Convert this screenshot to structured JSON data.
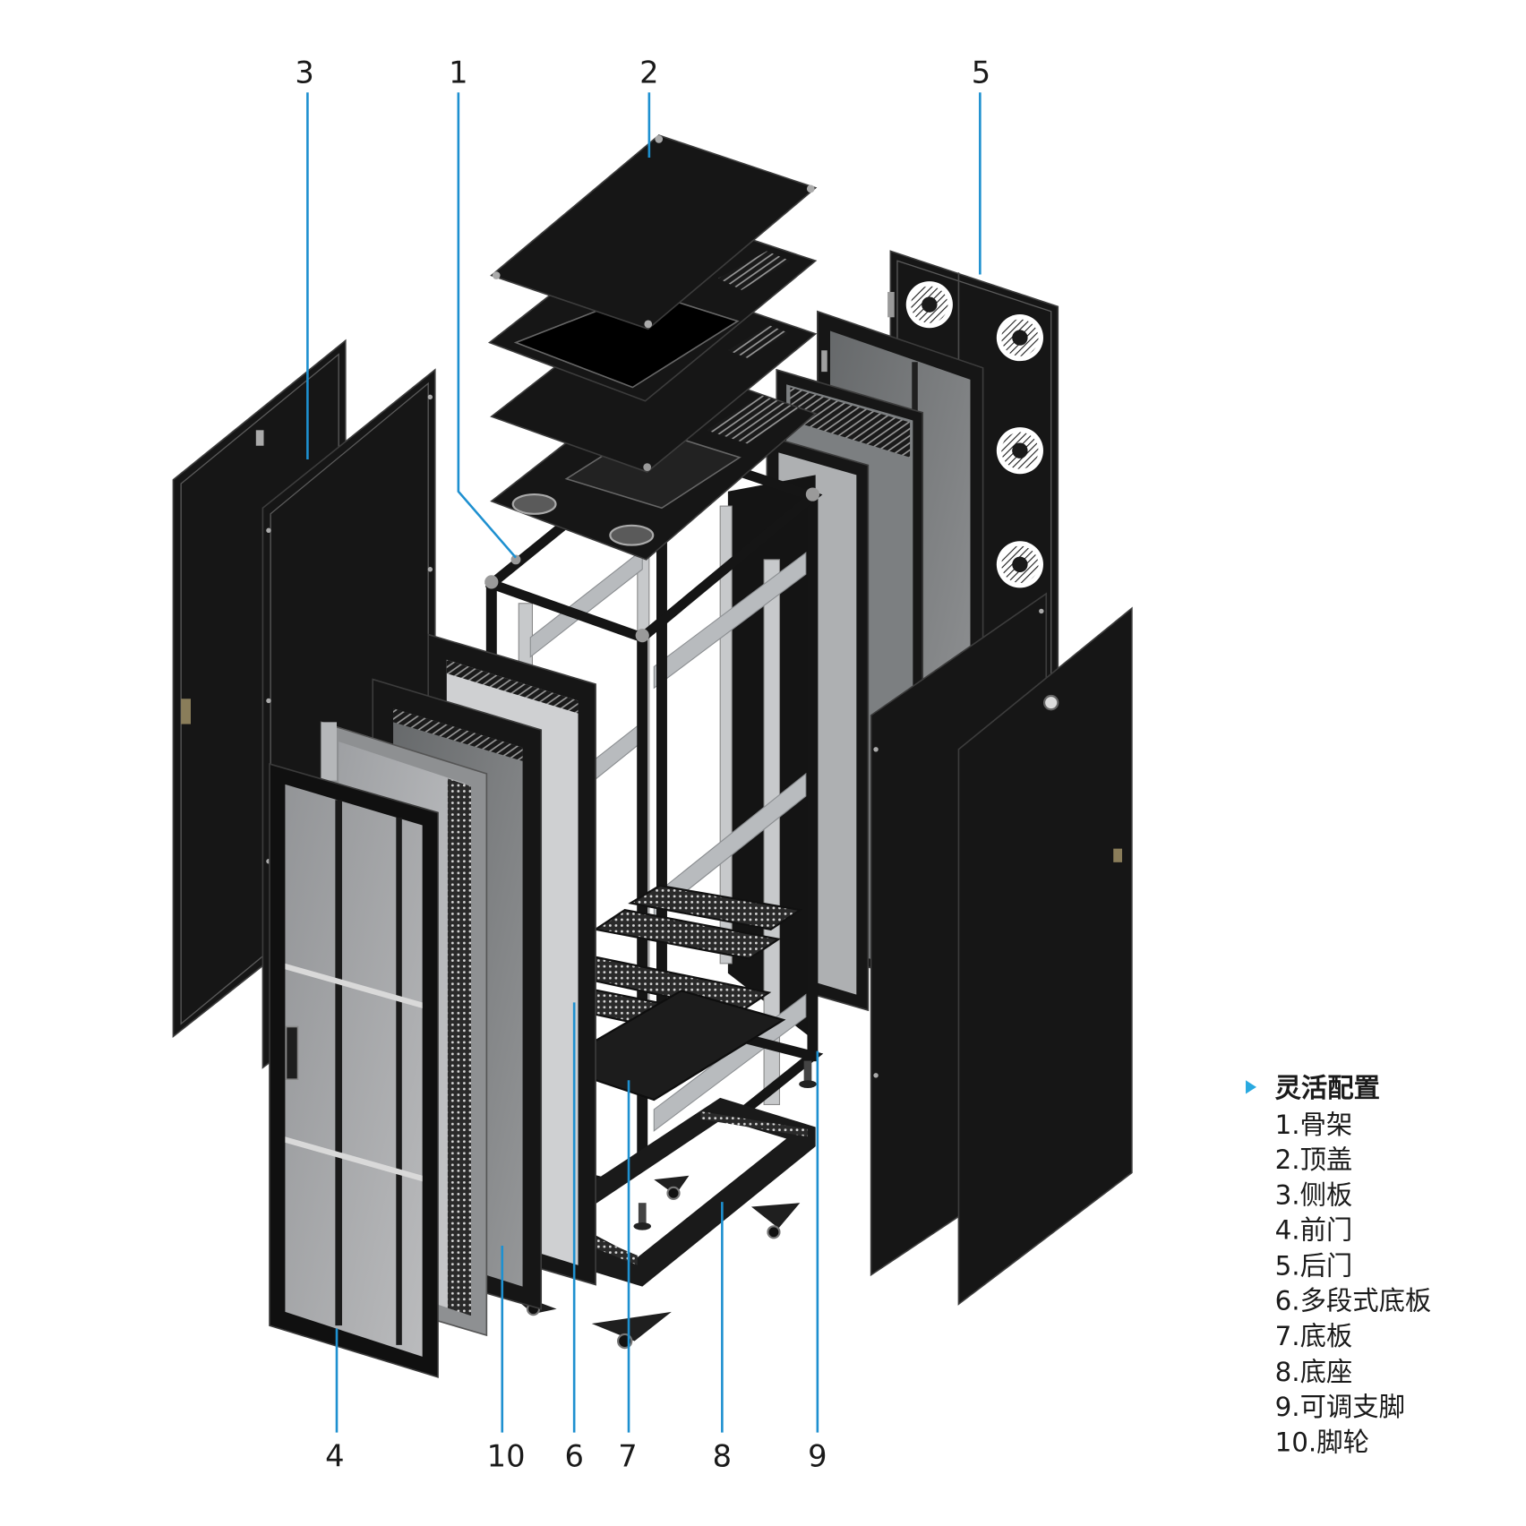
{
  "callouts": {
    "n1": "1",
    "n2": "2",
    "n3": "3",
    "n4": "4",
    "n5": "5",
    "n6": "6",
    "n7": "7",
    "n8": "8",
    "n9": "9",
    "n10": "10"
  },
  "legend": {
    "title": "灵活配置",
    "items": [
      "1.骨架",
      "2.顶盖",
      "3.侧板",
      "4.前门",
      "5.后门",
      "6.多段式底板",
      "7.底板",
      "8.底座",
      "9.可调支脚",
      "10.脚轮"
    ]
  },
  "colors": {
    "leader_line": "#1e90d0",
    "legend_bullet": "#29a9e0",
    "panel": "#161616",
    "rail": "#b8bbbe"
  },
  "icons": {
    "legend_bullet": "triangle-right-icon",
    "fan": "fan-grille-icon"
  }
}
